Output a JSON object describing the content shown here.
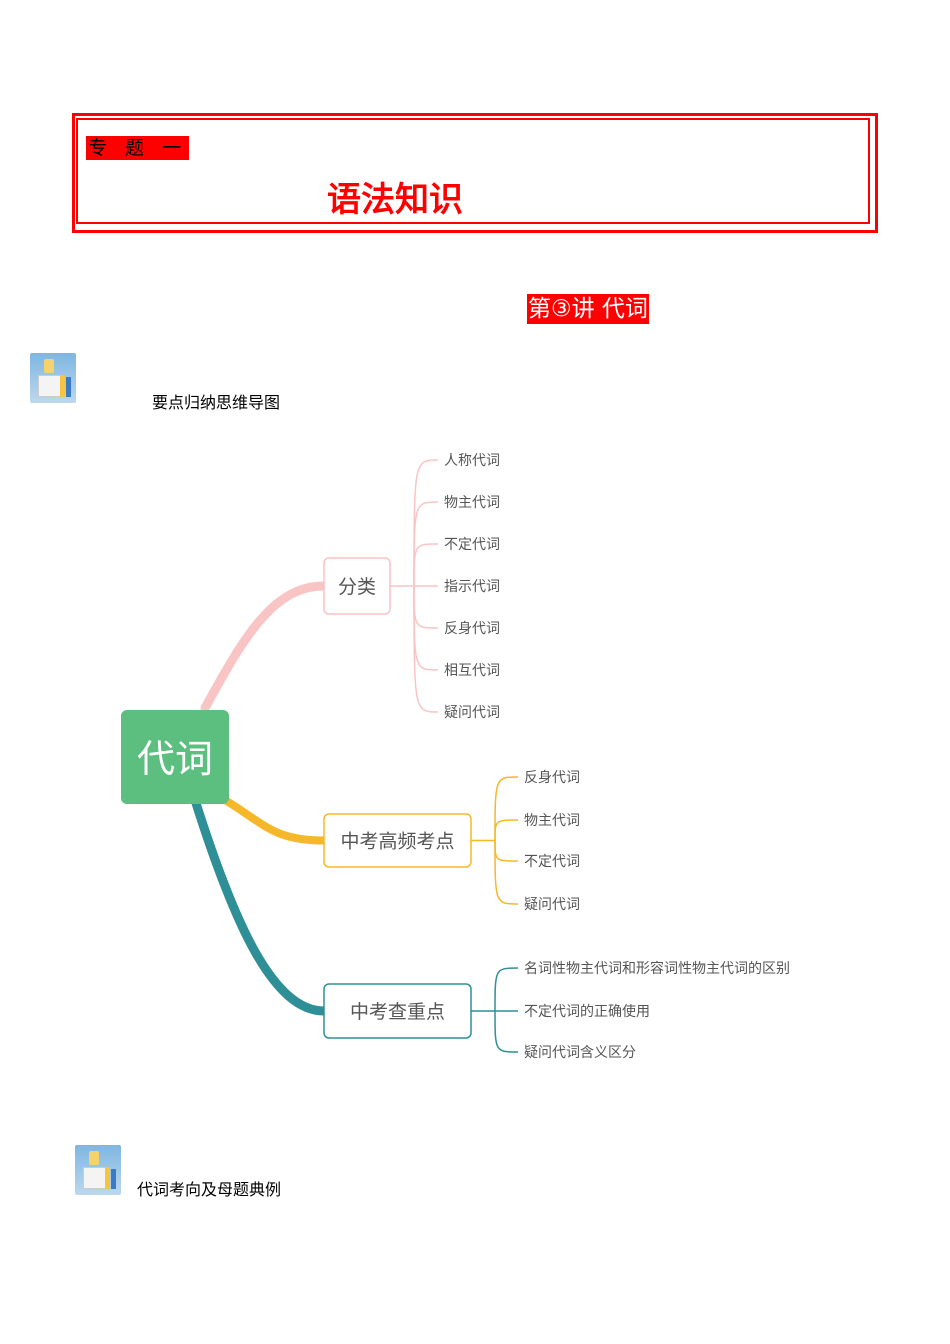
{
  "header": {
    "topic_label": "专 题 一",
    "main_title": "语法知识",
    "lecture": "第③讲 代词"
  },
  "sections": [
    {
      "title": "要点归纳思维导图",
      "icon": "books-icon"
    },
    {
      "title": "代词考向及母题典例",
      "icon": "books-icon"
    }
  ],
  "mindmap": {
    "root": "代词",
    "branches": [
      {
        "label": "分类",
        "color": "#f9c4c4",
        "leaves": [
          "人称代词",
          "物主代词",
          "不定代词",
          "指示代词",
          "反身代词",
          "相互代词",
          "疑问代词"
        ]
      },
      {
        "label": "中考高频考点",
        "color": "#f5b82a",
        "leaves": [
          "反身代词",
          "物主代词",
          "不定代词",
          "疑问代词"
        ]
      },
      {
        "label": "中考查重点",
        "color": "#2f8f96",
        "leaves": [
          "名词性物主代词和形容词性物主代词的区别",
          "不定代词的正确使用",
          "疑问代词含义区分"
        ]
      }
    ]
  },
  "colors": {
    "accent": "#ff0000",
    "root_green": "#5cbf7f"
  }
}
